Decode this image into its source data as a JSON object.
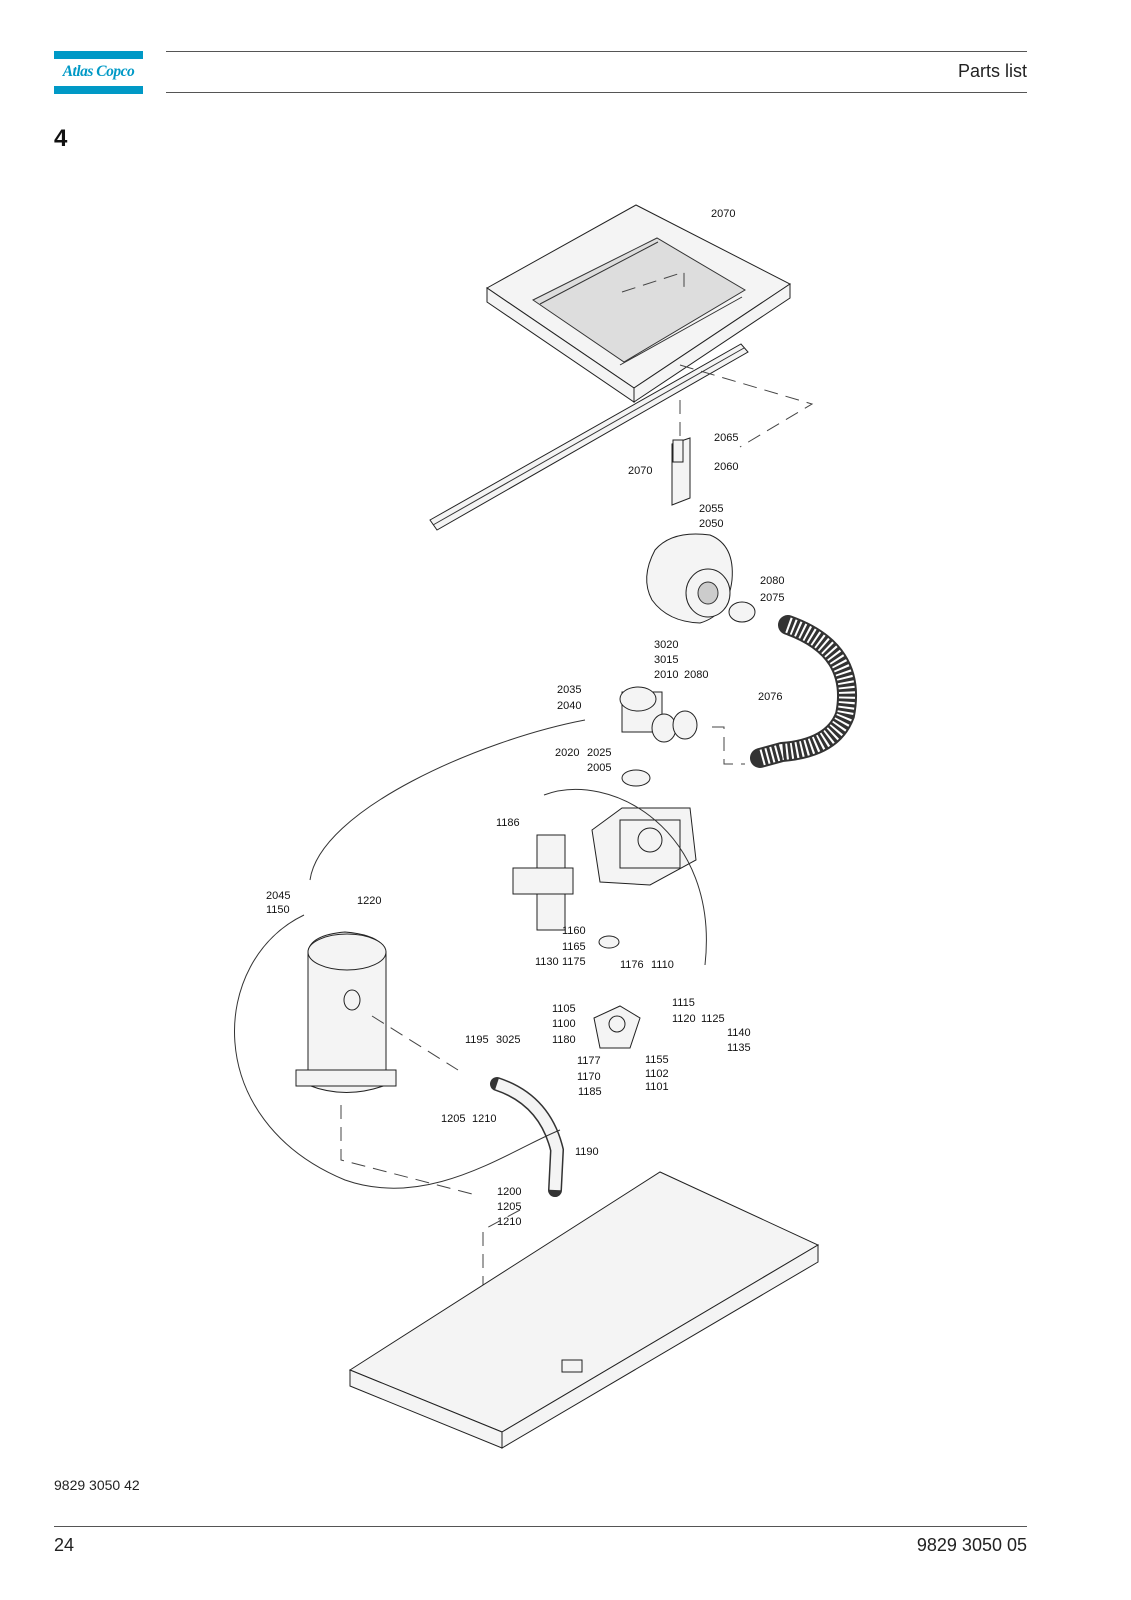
{
  "header": {
    "logo_text": "Atlas Copco",
    "title": "Parts list"
  },
  "section_number": "4",
  "callouts": {
    "top": [
      "2070"
    ],
    "bracket": [
      "2065",
      "2060",
      "2070",
      "2055",
      "2050"
    ],
    "air_filter": [
      "2080",
      "2075"
    ],
    "inlet_valve": [
      "3020",
      "3015",
      "2010",
      "2080",
      "2035",
      "2040",
      "2020",
      "2025",
      "2005"
    ],
    "hose": [
      "2076"
    ],
    "element": [
      "1186"
    ],
    "vessel": [
      "2045",
      "1150",
      "1220"
    ],
    "thermostatic": [
      "1160",
      "1165",
      "1130",
      "1175",
      "1176",
      "1110",
      "1105",
      "1115",
      "1100",
      "1120",
      "1125",
      "1140",
      "1180",
      "1135",
      "1155",
      "1177",
      "1102",
      "1170",
      "1101",
      "1185"
    ],
    "oil_pipe": [
      "1195",
      "3025",
      "1205",
      "1210"
    ],
    "bottom": [
      "1190",
      "1200",
      "1205",
      "1210"
    ]
  },
  "footer": {
    "doc_ref": "9829 3050 42",
    "page_number": "24",
    "doc_number": "9829 3050 05"
  }
}
